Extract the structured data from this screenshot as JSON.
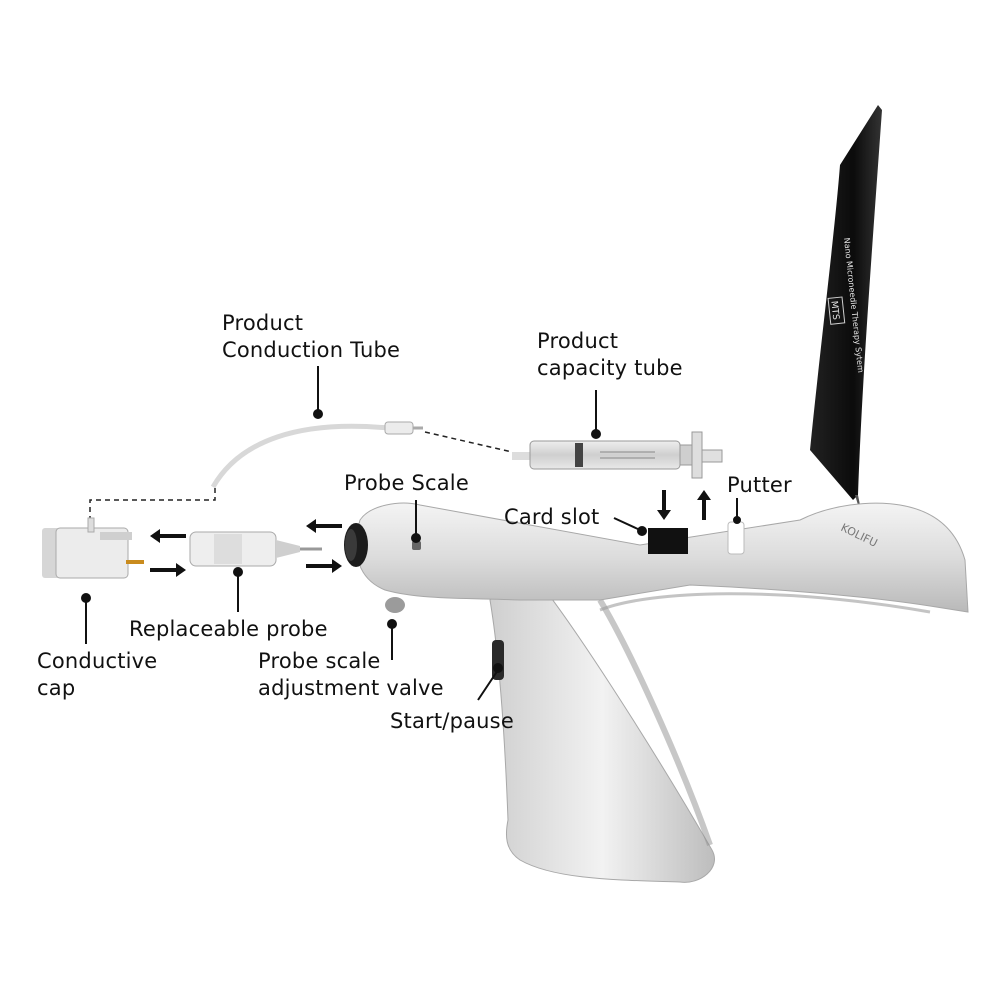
{
  "labels": {
    "product_conduction_tube": [
      "Product",
      "Conduction Tube"
    ],
    "product_capacity_tube": [
      "Product",
      "capacity tube"
    ],
    "probe_scale": "Probe Scale",
    "putter": "Putter",
    "card_slot": "Card slot",
    "replaceable_probe": "Replaceable probe",
    "conductive_cap": [
      "Conductive",
      "cap"
    ],
    "probe_scale_adjustment_valve": [
      "Probe scale",
      "adjustment valve"
    ],
    "start_pause": "Start/pause"
  },
  "device": {
    "brand": "KOLIFU",
    "card_text_1": "Nano Microneedle Therapy Sytem",
    "card_text_2": "MTS"
  }
}
